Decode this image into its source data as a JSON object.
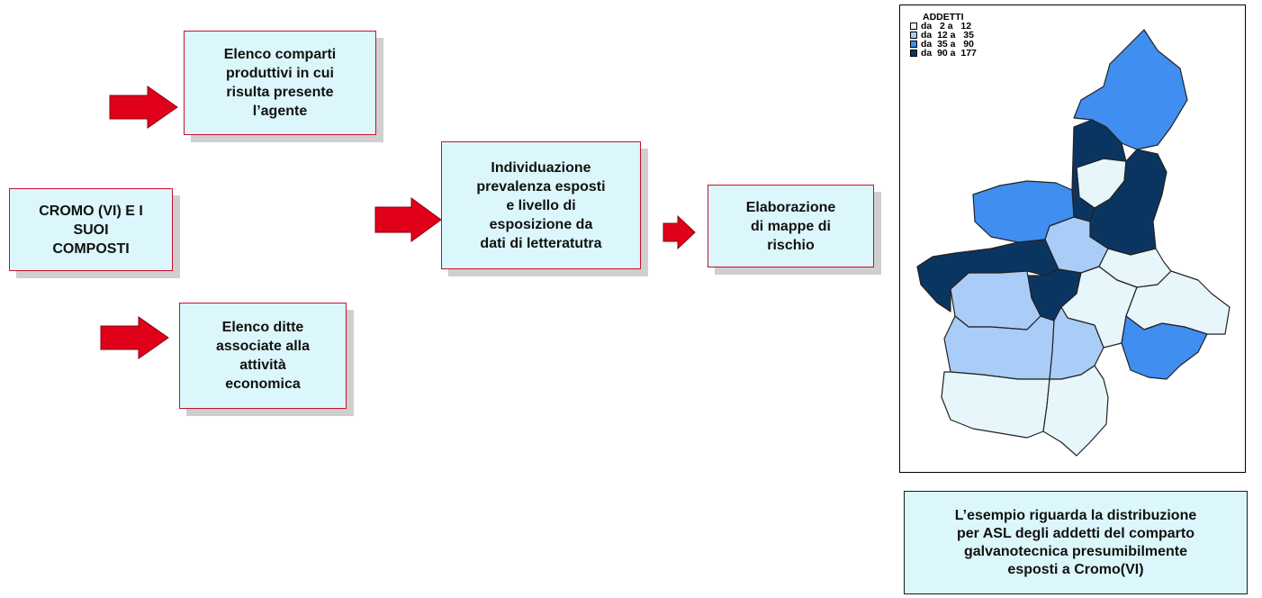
{
  "boxes": {
    "elenco_comparti": "Elenco comparti\nproduttivi in cui\nrisulta presente\nl’agente",
    "cromo": "CROMO (VI) E I\nSUOI\nCOMPOSTI",
    "elenco_ditte": "Elenco ditte\nassociate alla\nattività\neconomica",
    "individuazione": "Individuazione\nprevalenza esposti\ne livello di\nesposizione da\ndati di letteratutra",
    "elaborazione": "Elaborazione\ndi mappe di\nrischio"
  },
  "legend": {
    "title": "ADDETTI",
    "items": [
      {
        "label": "da   2 a   12",
        "color": "#e6f6fa"
      },
      {
        "label": "da  12 a   35",
        "color": "#a9cdf7"
      },
      {
        "label": "da  35 a   90",
        "color": "#3f8ef0"
      },
      {
        "label": "da  90 a  177",
        "color": "#0b3561"
      }
    ]
  },
  "caption": "L’esempio riguarda la distribuzione\nper ASL degli addetti del comparto\ngalvanotecnica presumibilmente\nesposti a Cromo(VI)",
  "colors": {
    "arrow": "#e0001a",
    "box_fill": "#dcf7fb",
    "box_border": "#c8102e"
  }
}
